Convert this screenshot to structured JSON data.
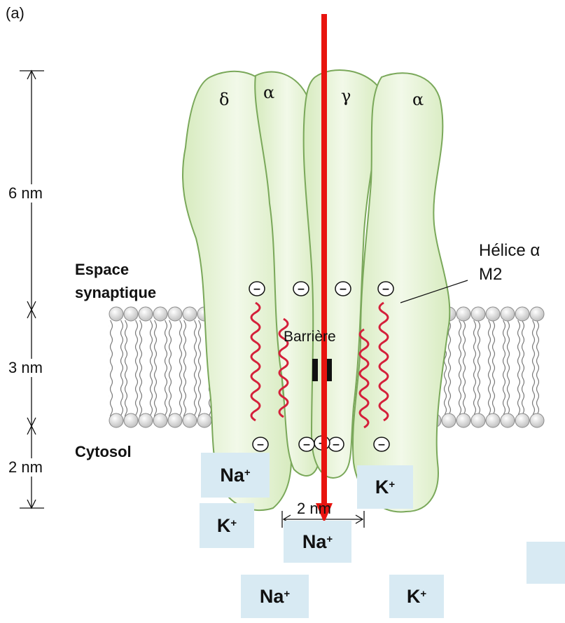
{
  "figure": {
    "panel_label": "(a)",
    "dimensions": {
      "top": "6 nm",
      "middle": "3 nm",
      "bottom": "2 nm",
      "pore_width": "2 nm"
    },
    "regions": {
      "synaptic_line1": "Espace",
      "synaptic_line2": "synaptique",
      "cytosol": "Cytosol"
    },
    "subunits": {
      "delta": "δ",
      "alpha_left": "α",
      "gamma": "γ",
      "alpha_right": "α"
    },
    "helix_label_line1": "Hélice α",
    "helix_label_line2": "M2",
    "barrier_label": "Barrière",
    "charge_symbol": "−",
    "ions": {
      "na_symbol": "Na",
      "k_symbol": "K",
      "charge": "+"
    },
    "colors": {
      "protein_fill": "#e3f1cf",
      "protein_stroke": "#7aa85a",
      "helix": "#d4203a",
      "arrow": "#e8140f",
      "ion_box": "#d8eaf3"
    }
  }
}
